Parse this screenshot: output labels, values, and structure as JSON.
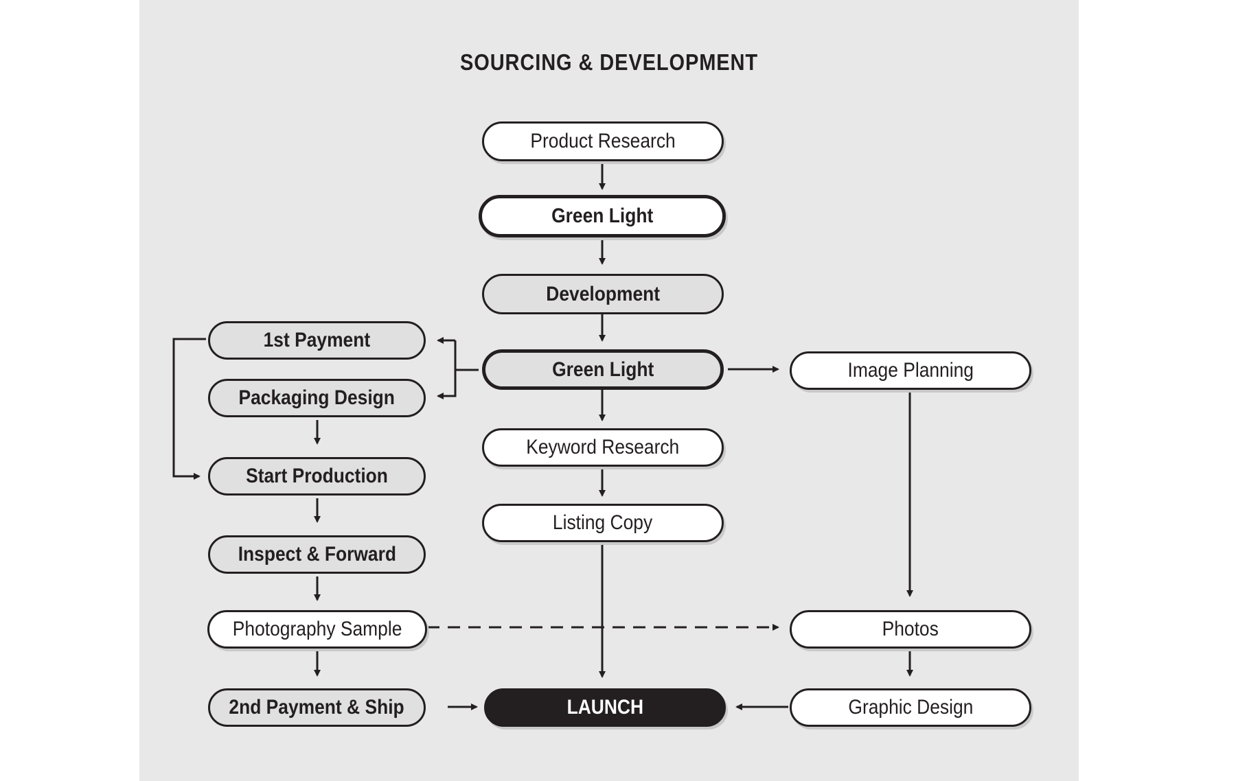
{
  "title": "SOURCING & DEVELOPMENT",
  "nodes": {
    "product_research": "Product Research",
    "green_light_1": "Green Light",
    "development": "Development",
    "green_light_2": "Green Light",
    "keyword_research": "Keyword Research",
    "listing_copy": "Listing Copy",
    "launch": "LAUNCH",
    "first_payment": "1st Payment",
    "packaging_design": "Packaging Design",
    "start_production": "Start Production",
    "inspect_forward": "Inspect & Forward",
    "photography_sample": "Photography Sample",
    "second_payment_ship": "2nd Payment & Ship",
    "image_planning": "Image Planning",
    "photos": "Photos",
    "graphic_design": "Graphic Design"
  },
  "colors": {
    "ink": "#231f20",
    "panel": "#e8e8e8",
    "node_fill": "#ffffff",
    "hatched_fill": "#e0e0e0",
    "launch_fill": "#231f20"
  }
}
